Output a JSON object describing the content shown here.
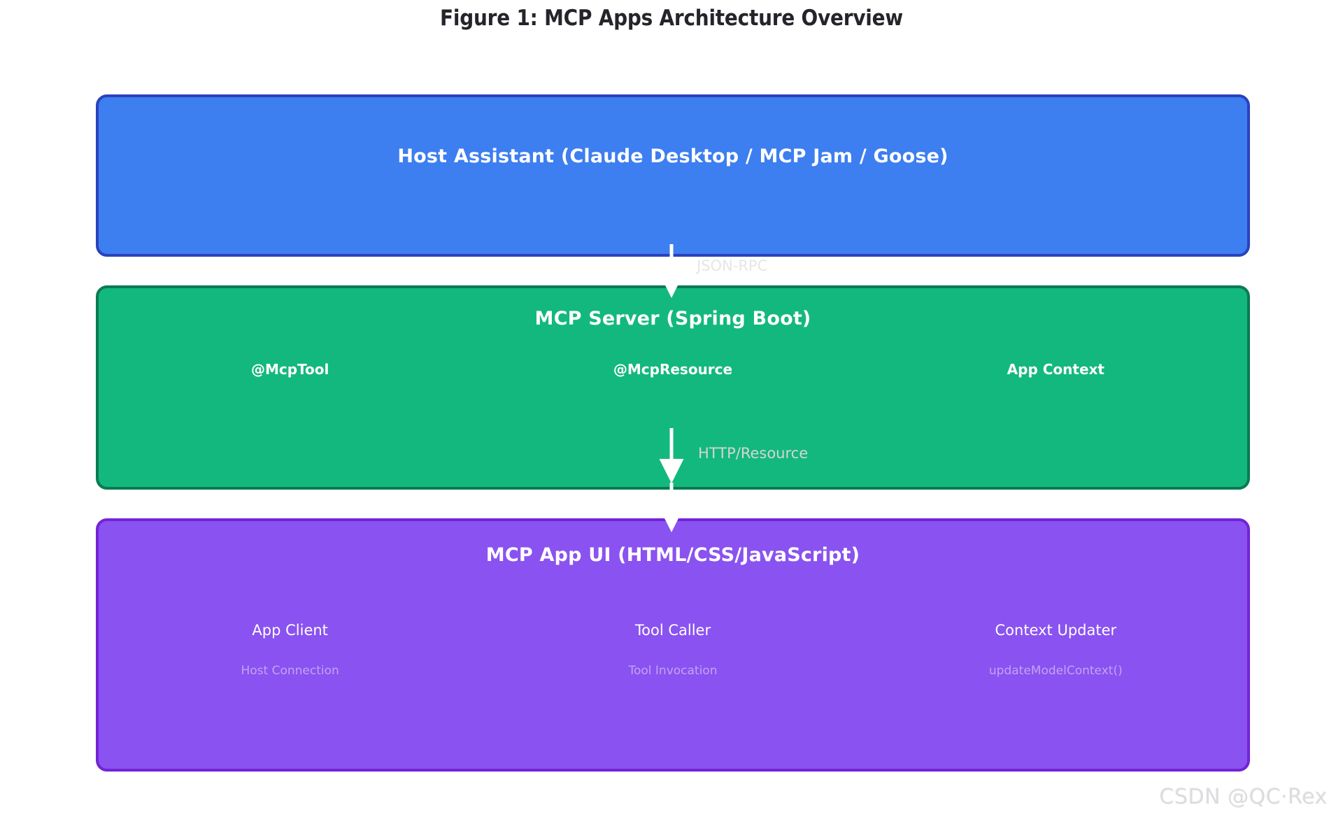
{
  "title": "Figure 1: MCP Apps Architecture Overview",
  "colors": {
    "host_fill": "#3d7ef0",
    "host_border": "#2a42bd",
    "server_fill": "#13b87e",
    "server_border": "#0b7b53",
    "appui_fill": "#8a52f0",
    "appui_border": "#7324d6",
    "arrow": "#ffffff",
    "title_text": "#24242a",
    "watermark": "#dcdcdf"
  },
  "layers": {
    "host": {
      "heading": "Host Assistant (Claude Desktop / MCP Jam / Goose)",
      "columns": []
    },
    "server": {
      "heading": "MCP Server (Spring Boot)",
      "columns": [
        {
          "title": "@McpTool",
          "sub": ""
        },
        {
          "title": "@McpResource",
          "sub": ""
        },
        {
          "title": "App Context",
          "sub": ""
        }
      ]
    },
    "appui": {
      "heading": "MCP App UI (HTML/CSS/JavaScript)",
      "columns": [
        {
          "title": "App Client",
          "sub": "Host Connection"
        },
        {
          "title": "Tool Caller",
          "sub": "Tool Invocation"
        },
        {
          "title": "Context Updater",
          "sub": "updateModelContext()"
        }
      ]
    }
  },
  "connectors": [
    {
      "name": "host-to-server",
      "label": "JSON-RPC",
      "from": "host",
      "to": "server"
    },
    {
      "name": "server-to-appui",
      "label": "HTTP/Resource",
      "from": "server",
      "to": "appui"
    }
  ],
  "watermark": "CSDN @QC·Rex"
}
